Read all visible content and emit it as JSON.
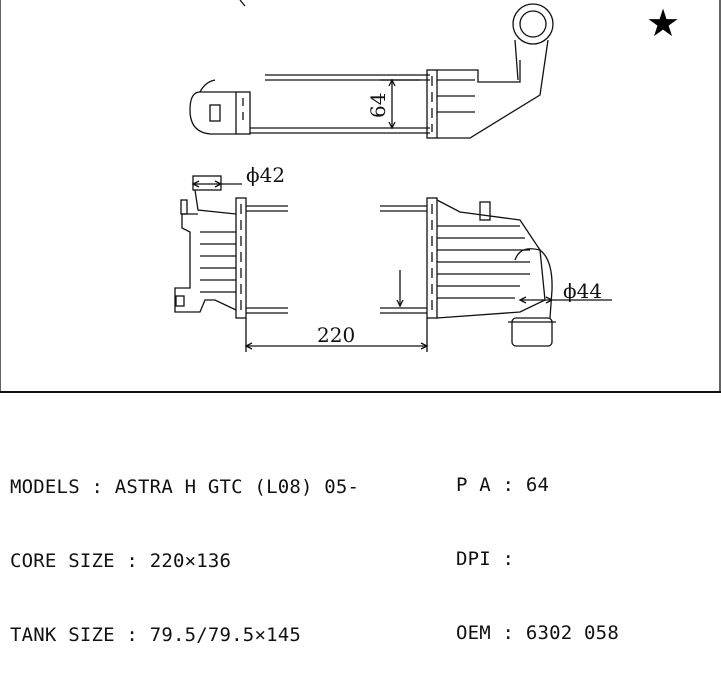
{
  "drawing": {
    "dim_height": "64",
    "dim_inlet": "ϕ42",
    "dim_outlet": "ϕ44",
    "dim_width": "220"
  },
  "specs": {
    "models_label": "MODELS",
    "models_value": "ASTRA H GTC (L08) 05-",
    "core_label": "CORE SIZE",
    "core_value": "220×136",
    "tank_label": "TANK SIZE",
    "tank_value": "79.5/79.5×145",
    "pa_label": "P A",
    "pa_value": "64",
    "dpi_label": "DPI",
    "dpi_value": "",
    "oem_label": "OEM",
    "oem_value": "6302 058"
  },
  "colors": {
    "line": "#111111",
    "background": "#ffffff"
  }
}
